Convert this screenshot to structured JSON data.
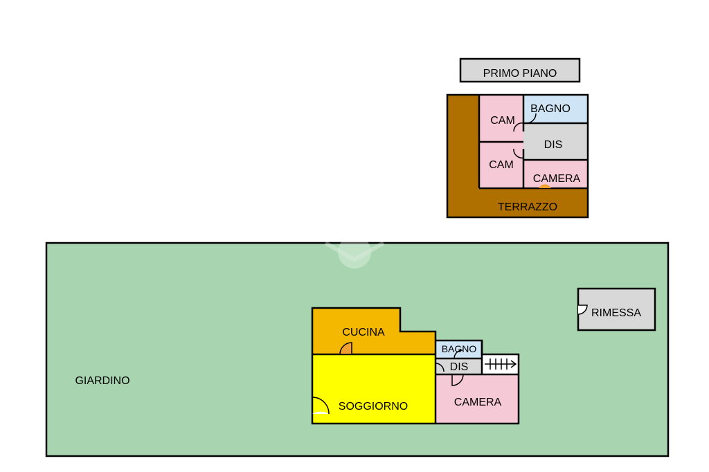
{
  "colors": {
    "garden": "#a8d5b0",
    "terrace": "#b07000",
    "bedroom": "#f5c9d6",
    "bathroom": "#cfe4f5",
    "hallway": "#d8d8d8",
    "kitchen": "#f5b800",
    "living": "#ffff00",
    "shed": "#d8d8d8",
    "title_box": "#d8d8d8",
    "door": "#f0a030"
  },
  "first_floor": {
    "title": "PRIMO PIANO",
    "rooms": {
      "cam_top": "CAM",
      "cam_bottom": "CAM",
      "bathroom": "BAGNO",
      "hallway": "DIS",
      "bedroom": "CAMERA",
      "terrace": "TERRAZZO"
    }
  },
  "ground_floor": {
    "garden": "GIARDINO",
    "kitchen": "CUCINA",
    "living": "SOGGIORNO",
    "bathroom": "BAGNO",
    "hallway": "DIS",
    "bedroom": "CAMERA",
    "shed": "RIMESSA"
  }
}
